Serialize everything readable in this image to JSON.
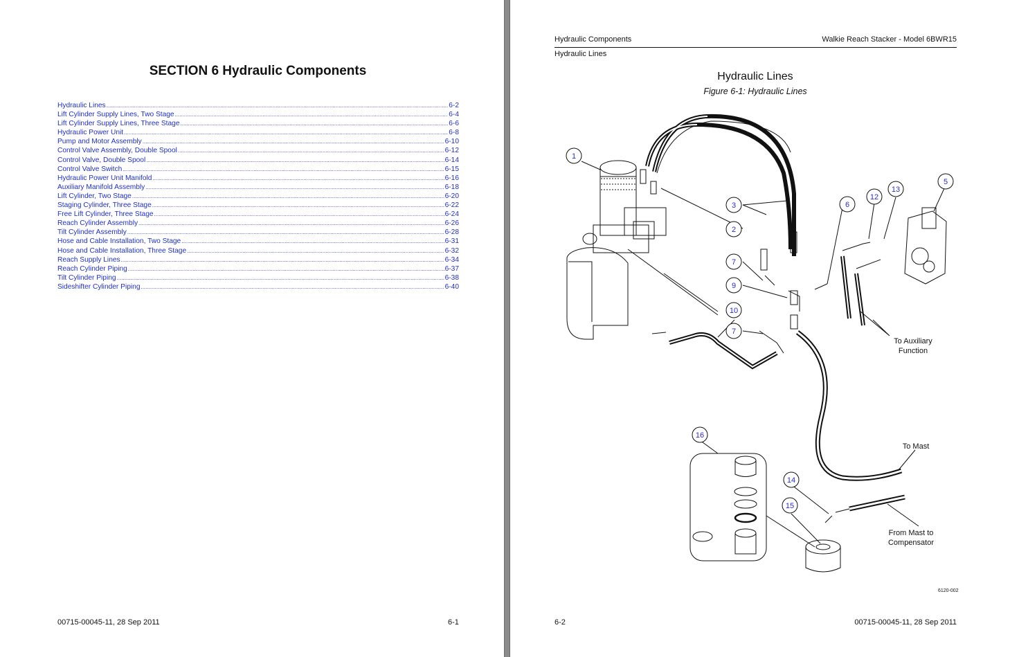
{
  "left_page": {
    "section_title": "SECTION 6  Hydraulic Components",
    "toc": [
      {
        "label": "Hydraulic Lines",
        "page": "6-2"
      },
      {
        "label": "Lift Cylinder Supply Lines, Two Stage",
        "page": "6-4"
      },
      {
        "label": "Lift Cylinder Supply Lines, Three Stage",
        "page": "6-6"
      },
      {
        "label": "Hydraulic Power Unit",
        "page": "6-8"
      },
      {
        "label": "Pump and Motor Assembly",
        "page": "6-10"
      },
      {
        "label": "Control Valve Assembly, Double Spool",
        "page": "6-12"
      },
      {
        "label": "Control Valve, Double Spool",
        "page": "6-14"
      },
      {
        "label": "Control Valve Switch",
        "page": "6-15"
      },
      {
        "label": "Hydraulic Power Unit Manifold",
        "page": "6-16"
      },
      {
        "label": "Auxiliary Manifold Assembly",
        "page": "6-18"
      },
      {
        "label": "Lift Cylinder, Two Stage",
        "page": "6-20"
      },
      {
        "label": "Staging Cylinder, Three Stage",
        "page": "6-22"
      },
      {
        "label": "Free Lift Cylinder, Three Stage",
        "page": "6-24"
      },
      {
        "label": "Reach Cylinder Assembly",
        "page": "6-26"
      },
      {
        "label": "Tilt Cylinder Assembly",
        "page": "6-28"
      },
      {
        "label": "Hose and Cable Installation, Two Stage",
        "page": "6-31"
      },
      {
        "label": "Hose and Cable Installation, Three Stage",
        "page": "6-32"
      },
      {
        "label": "Reach Supply Lines",
        "page": "6-34"
      },
      {
        "label": "Reach Cylinder Piping",
        "page": "6-37"
      },
      {
        "label": "Tilt Cylinder Piping",
        "page": "6-38"
      },
      {
        "label": "Sideshifter Cylinder Piping",
        "page": "6-40"
      }
    ],
    "footer_doc": "00715-00045-11, 28 Sep 2011",
    "footer_page": "6-1"
  },
  "right_page": {
    "header_left": "Hydraulic Components",
    "header_right": "Walkie Reach Stacker - Model 6BWR15",
    "subheader": "Hydraulic Lines",
    "figure_heading": "Hydraulic Lines",
    "figure_caption": "Figure 6-1:  Hydraulic Lines",
    "callouts": [
      "1",
      "2",
      "3",
      "5",
      "6",
      "7",
      "9",
      "10",
      "7",
      "12",
      "13",
      "14",
      "15",
      "16"
    ],
    "notes": {
      "aux_line1": "To Auxiliary",
      "aux_line2": "Function",
      "to_mast": "To Mast",
      "from_mast_line1": "From Mast to",
      "from_mast_line2": "Compensator",
      "drawing_number": "6120-002"
    },
    "footer_page": "6-2",
    "footer_doc": "00715-00045-11, 28 Sep 2011"
  },
  "colors": {
    "link": "#1f2fc9",
    "callout_text": "#2b2bd6",
    "ink": "#111111"
  }
}
